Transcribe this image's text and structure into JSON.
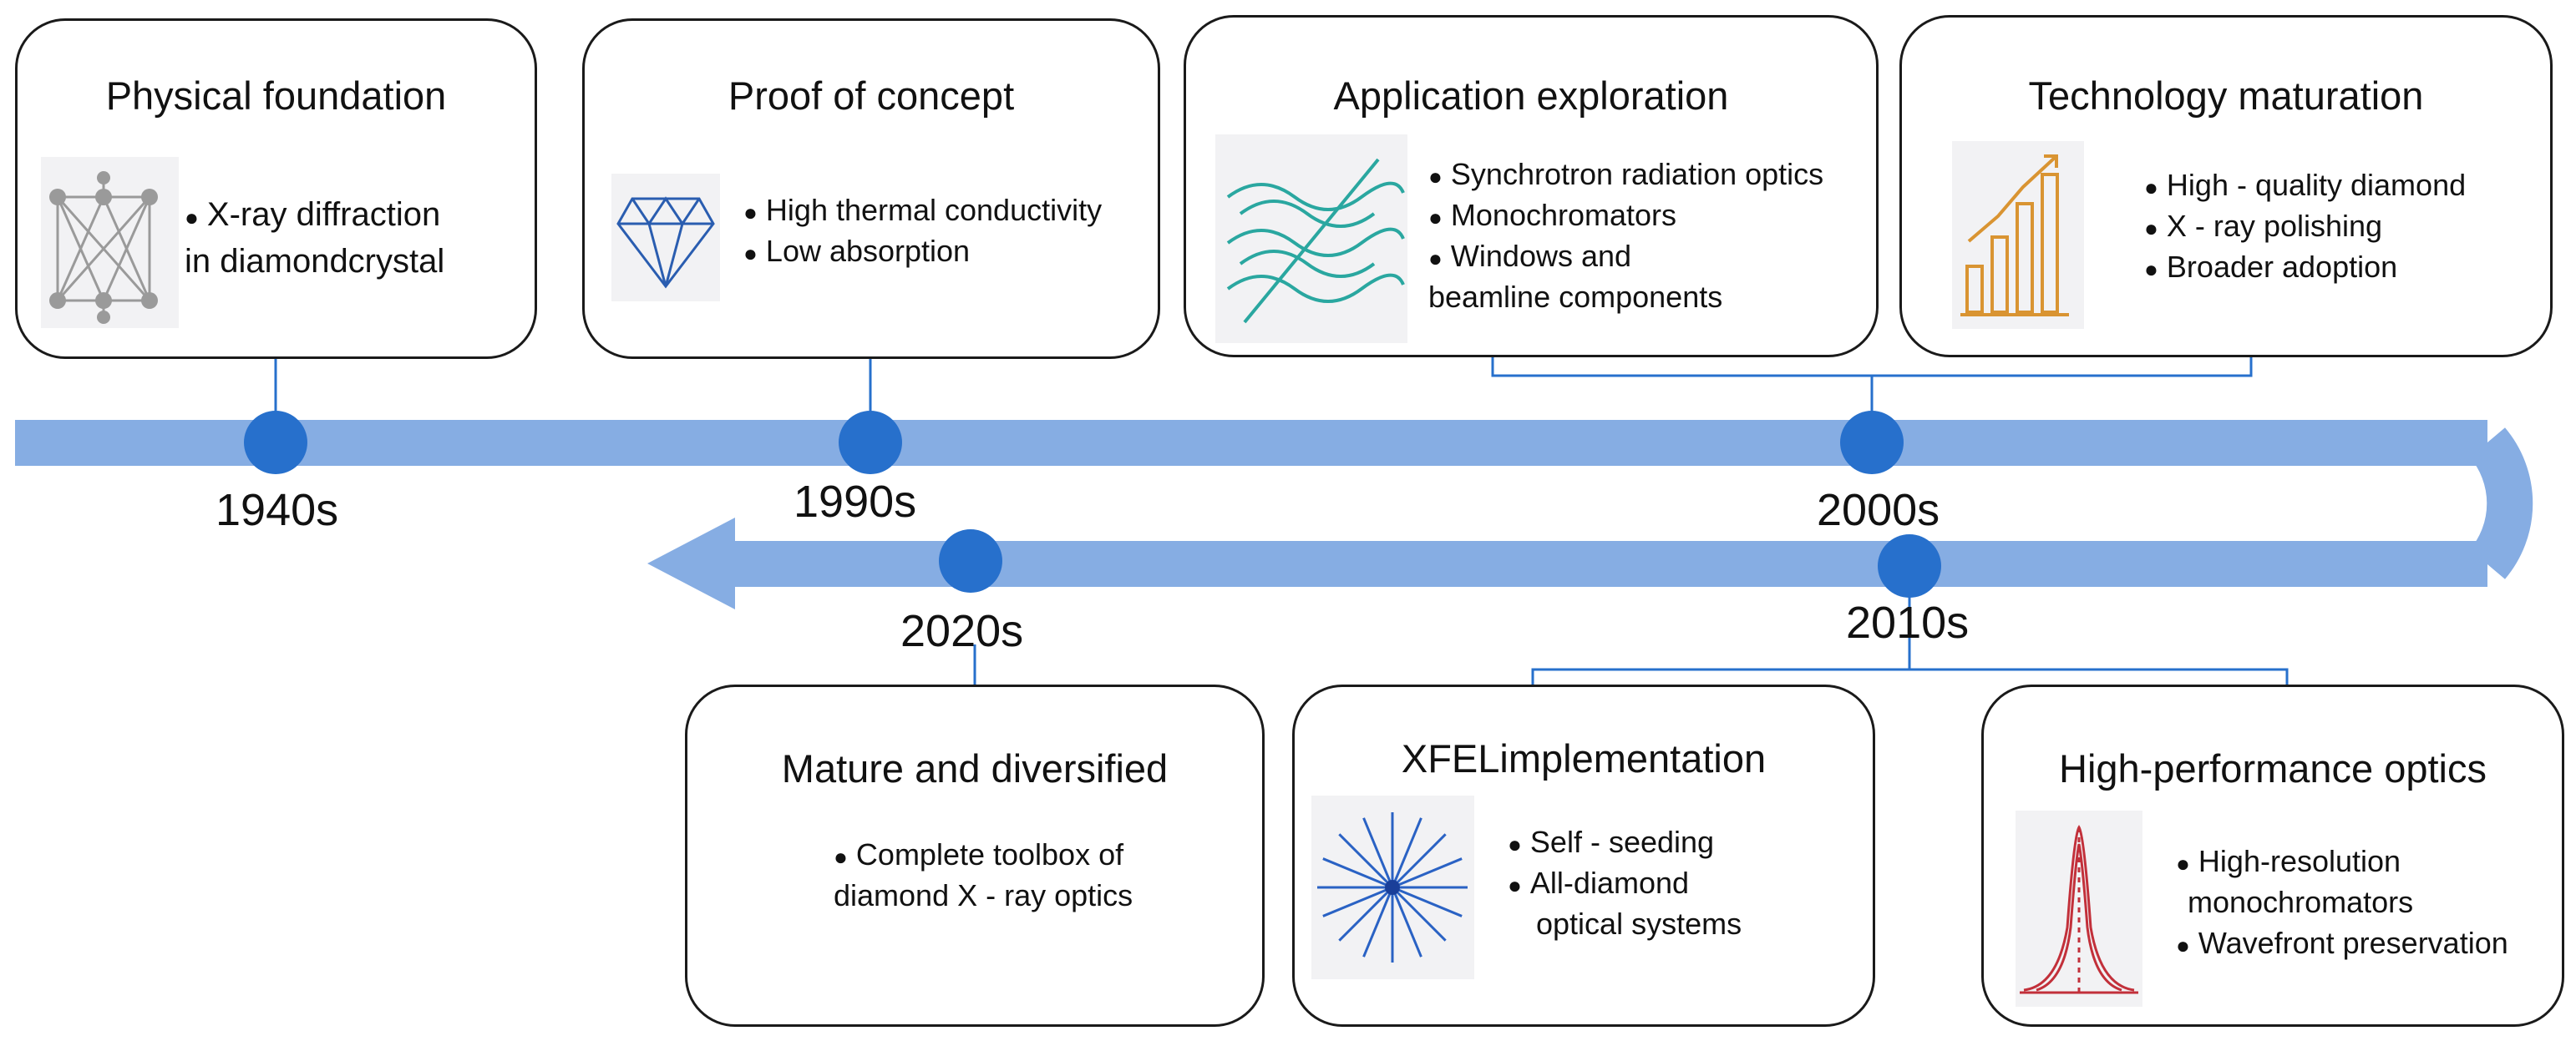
{
  "timeline": {
    "years": {
      "y1940s": "1940s",
      "y1990s": "1990s",
      "y2000s": "2000s",
      "y2010s": "2010s",
      "y2020s": "2020s"
    },
    "colors": {
      "band": "#86ade3",
      "node": "#2770cc",
      "connector": "#2770cc",
      "card_border": "#1a1a1a"
    }
  },
  "cards": {
    "physical": {
      "title": "Physical foundation",
      "bullets": [
        "X-ray diffraction",
        "in diamondcrystal"
      ],
      "icon": "crystal-lattice-icon"
    },
    "proof": {
      "title": "Proof of concept",
      "bullets": [
        "High thermal conductivity",
        "Low absorption"
      ],
      "icon": "diamond-icon"
    },
    "application": {
      "title": "Application exploration",
      "bullets": [
        "Synchrotron radiation optics",
        "Monochromators",
        "Windows and",
        "beamline components"
      ],
      "icon": "wave-lines-icon"
    },
    "technology": {
      "title": "Technology maturation",
      "bullets": [
        "High - quality diamond",
        "X - ray polishing",
        "Broader adoption"
      ],
      "icon": "growth-bar-chart-icon"
    },
    "mature": {
      "title": "Mature and diversified",
      "bullets": [
        "Complete toolbox of",
        "diamond X - ray optics"
      ]
    },
    "xfel": {
      "title": "XFELimplementation",
      "bullets": [
        "Self - seeding",
        "All-diamond",
        "optical systems"
      ],
      "icon": "starburst-icon"
    },
    "highperf": {
      "title": "High-performance optics",
      "bullets": [
        "High-resolution",
        "monochromators",
        "Wavefront preservation"
      ],
      "icon": "peak-curve-icon"
    }
  }
}
